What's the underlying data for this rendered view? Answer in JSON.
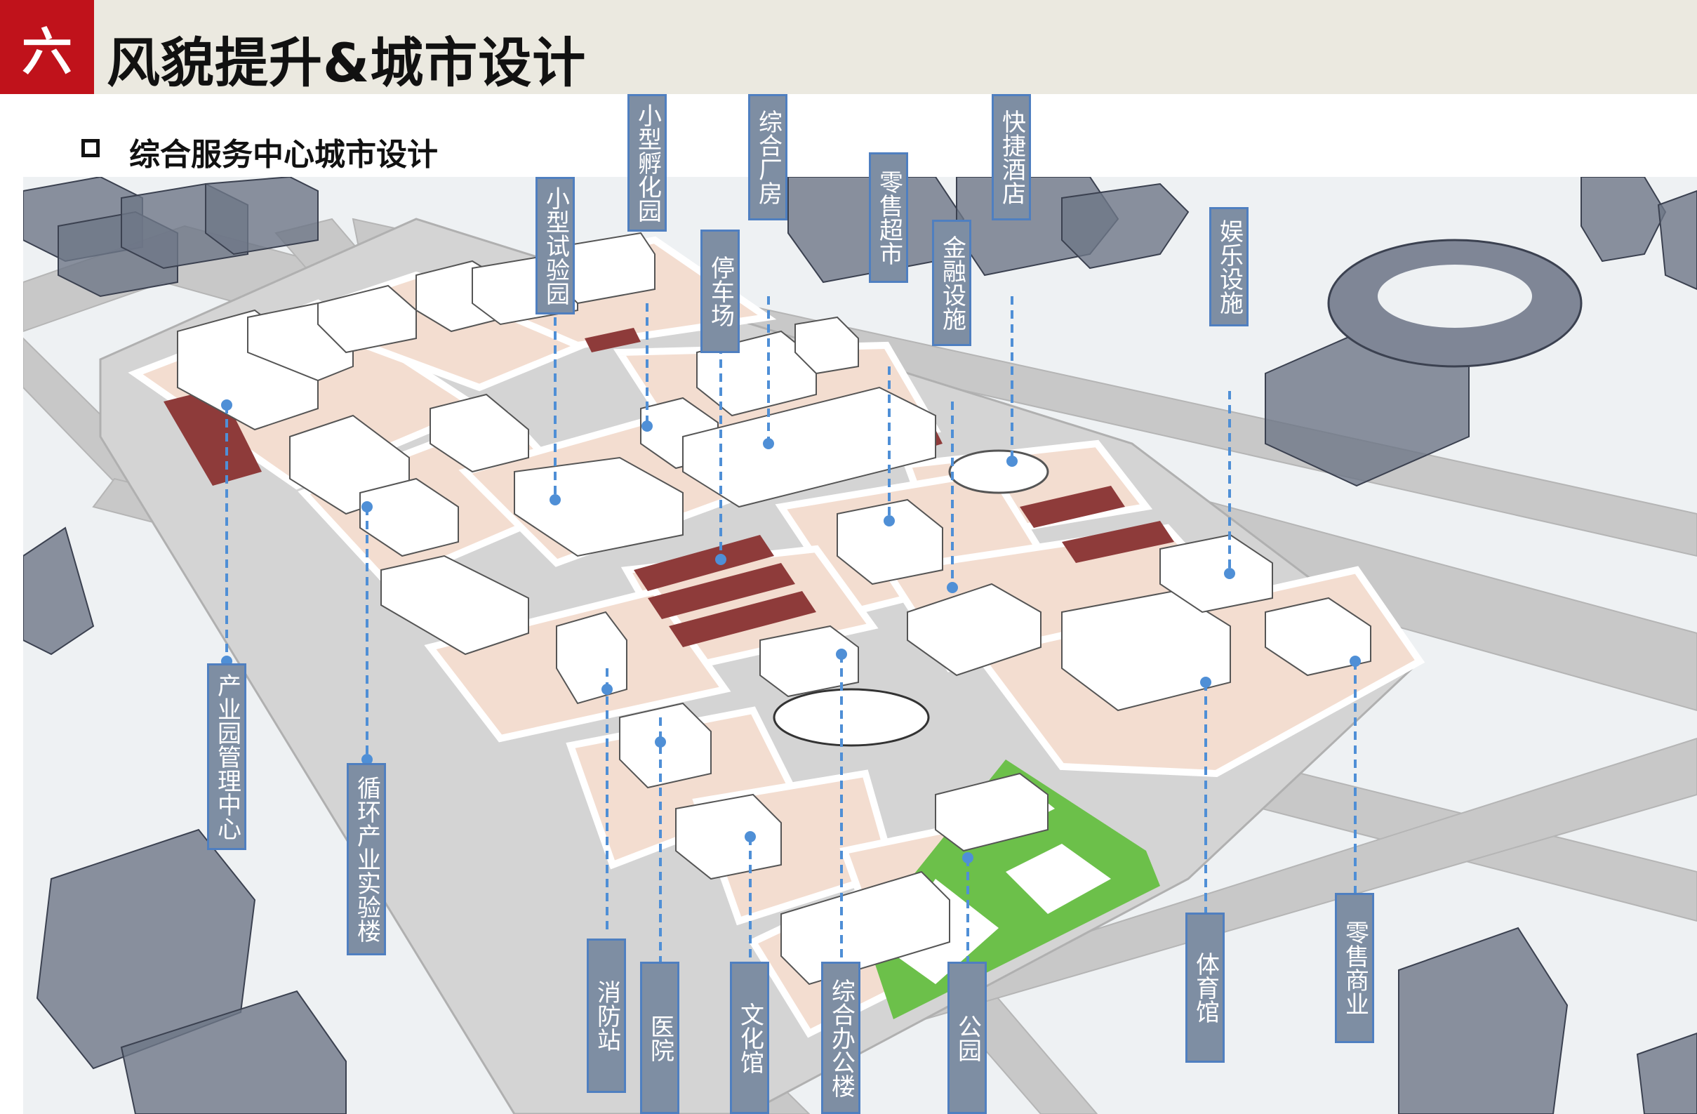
{
  "header": {
    "section_number": "六",
    "title": "风貌提升&城市设计"
  },
  "subtitle": "综合服务中心城市设计",
  "colors": {
    "accent": "#c0121b",
    "label_fill": "#7e8ea3",
    "leader_line": "#4f8fd6",
    "plot": "#f3ddd0",
    "road": "#c9c9c9",
    "parking": "#8e3b3a",
    "park": "#6cc04a",
    "context_building": "#6e7787"
  },
  "labels": {
    "chanyeyuan": "产业园管理中心",
    "xunhuan": "循环产业实验楼",
    "shiyanyuan": "小型试验园",
    "fuhuayuan": "小型孵化园",
    "tingchechang": "停车场",
    "changfang": "综合厂房",
    "chaoshi": "零售超市",
    "jinrong": "金融设施",
    "jiudian": "快捷酒店",
    "yule": "娱乐设施",
    "xiaofangzhan": "消防站",
    "yiyuan": "医院",
    "wenhuaguan": "文化馆",
    "bangonglou": "综合办公楼",
    "gongyuan": "公园",
    "tiyuguan": "体育馆",
    "shangye": "零售商业"
  }
}
